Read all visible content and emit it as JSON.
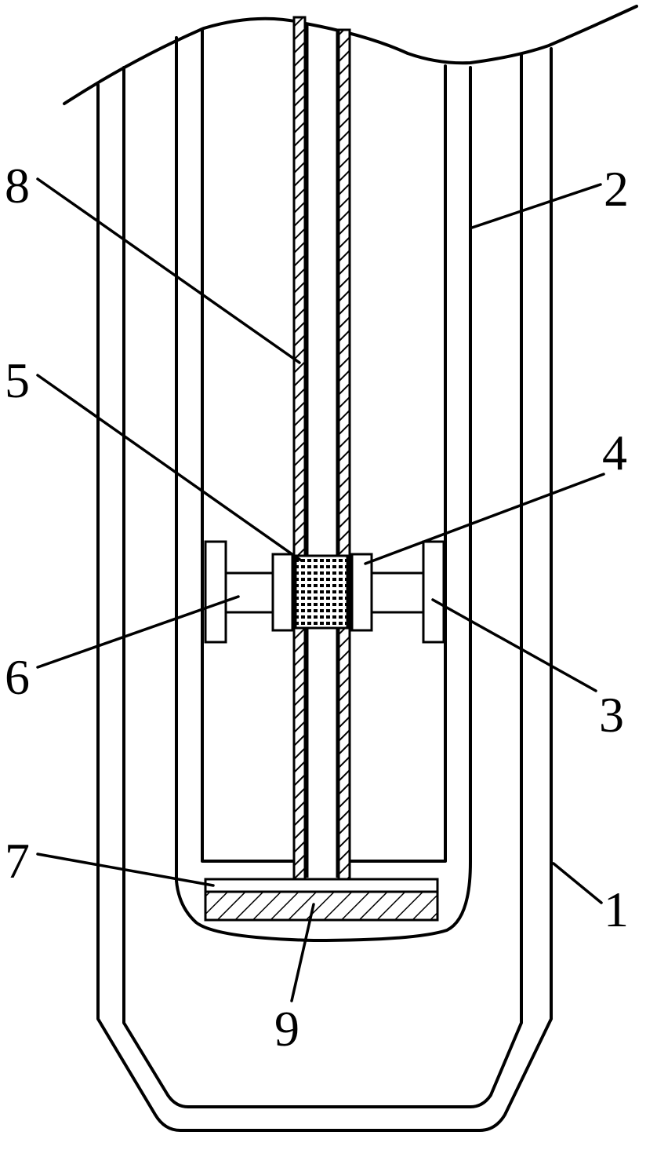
{
  "labels": [
    {
      "id": "1",
      "text": "1"
    },
    {
      "id": "2",
      "text": "2"
    },
    {
      "id": "3",
      "text": "3"
    },
    {
      "id": "4",
      "text": "4"
    },
    {
      "id": "5",
      "text": "5"
    },
    {
      "id": "6",
      "text": "6"
    },
    {
      "id": "7",
      "text": "7"
    },
    {
      "id": "8",
      "text": "8"
    },
    {
      "id": "9",
      "text": "9"
    }
  ],
  "colors": {
    "line": "#000000",
    "background": "#ffffff"
  }
}
